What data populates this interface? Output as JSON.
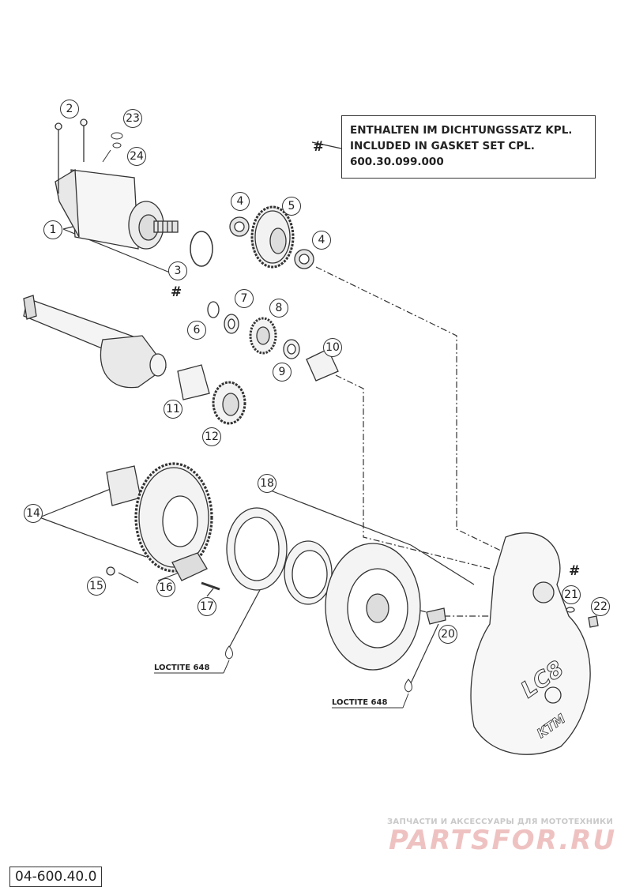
{
  "note": {
    "marker": "#",
    "lines": [
      "ENTHALTEN IM DICHTUNGSSATZ KPL.",
      "INCLUDED IN GASKET SET CPL.",
      "600.30.099.000"
    ]
  },
  "hash_marks": [
    "#",
    "#"
  ],
  "callouts": [
    "1",
    "2",
    "3",
    "4",
    "5",
    "4",
    "6",
    "7",
    "8",
    "9",
    "10",
    "11",
    "12",
    "14",
    "15",
    "16",
    "17",
    "18",
    "20",
    "21",
    "22",
    "23",
    "24"
  ],
  "loctite": [
    "LOCTITE 648",
    "LOCTITE 648"
  ],
  "document_number": "04-600.40.0",
  "watermark": {
    "subtitle": "ЗАПЧАСТИ И АКСЕССУАРЫ ДЛЯ МОТОТЕХНИКИ",
    "logo_text": "PARTSFOR.RU"
  },
  "cover_logo": "LC8",
  "cover_brand": "KTM"
}
